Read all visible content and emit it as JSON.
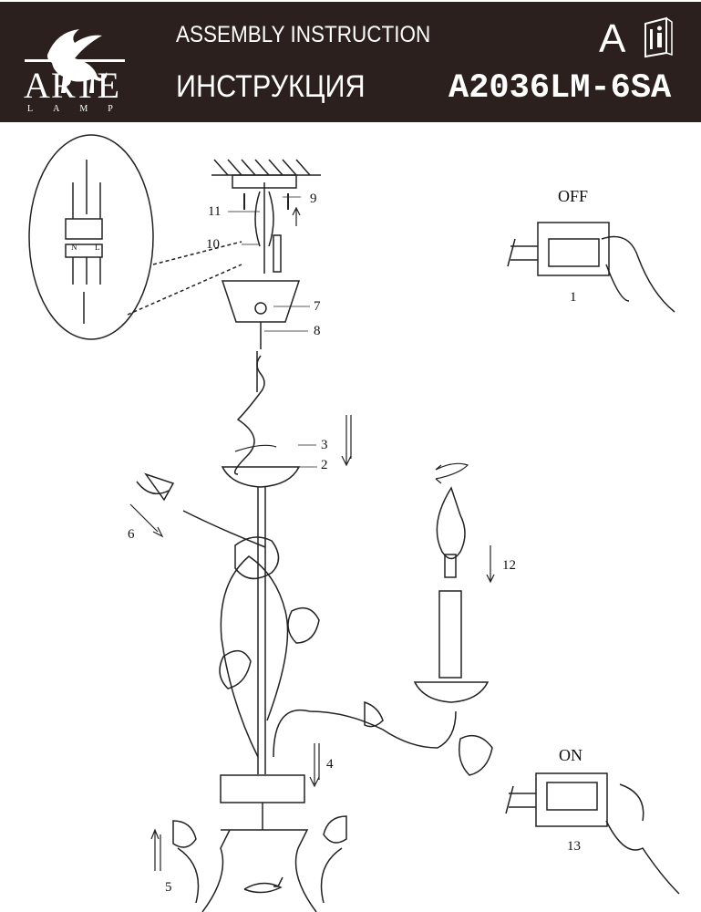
{
  "header": {
    "brand": "ARTE",
    "brand_sub": "LAMP",
    "title_en": "ASSEMBLY INSTRUCTION",
    "title_ru": "ИНСТРУКЦИЯ",
    "language": "A",
    "model": "A2036LM-6SA"
  },
  "switch_off": {
    "label": "OFF",
    "step": "1"
  },
  "switch_on": {
    "label": "ON",
    "step": "13"
  },
  "connector": {
    "n": "N",
    "l": "L"
  },
  "steps": {
    "s2": "2",
    "s3": "3",
    "s4": "4",
    "s5": "5",
    "s6": "6",
    "s7": "7",
    "s8": "8",
    "s9": "9",
    "s10": "10",
    "s11": "11",
    "s12": "12"
  },
  "colors": {
    "header_bg": "#2b201d",
    "line": "#222222"
  }
}
